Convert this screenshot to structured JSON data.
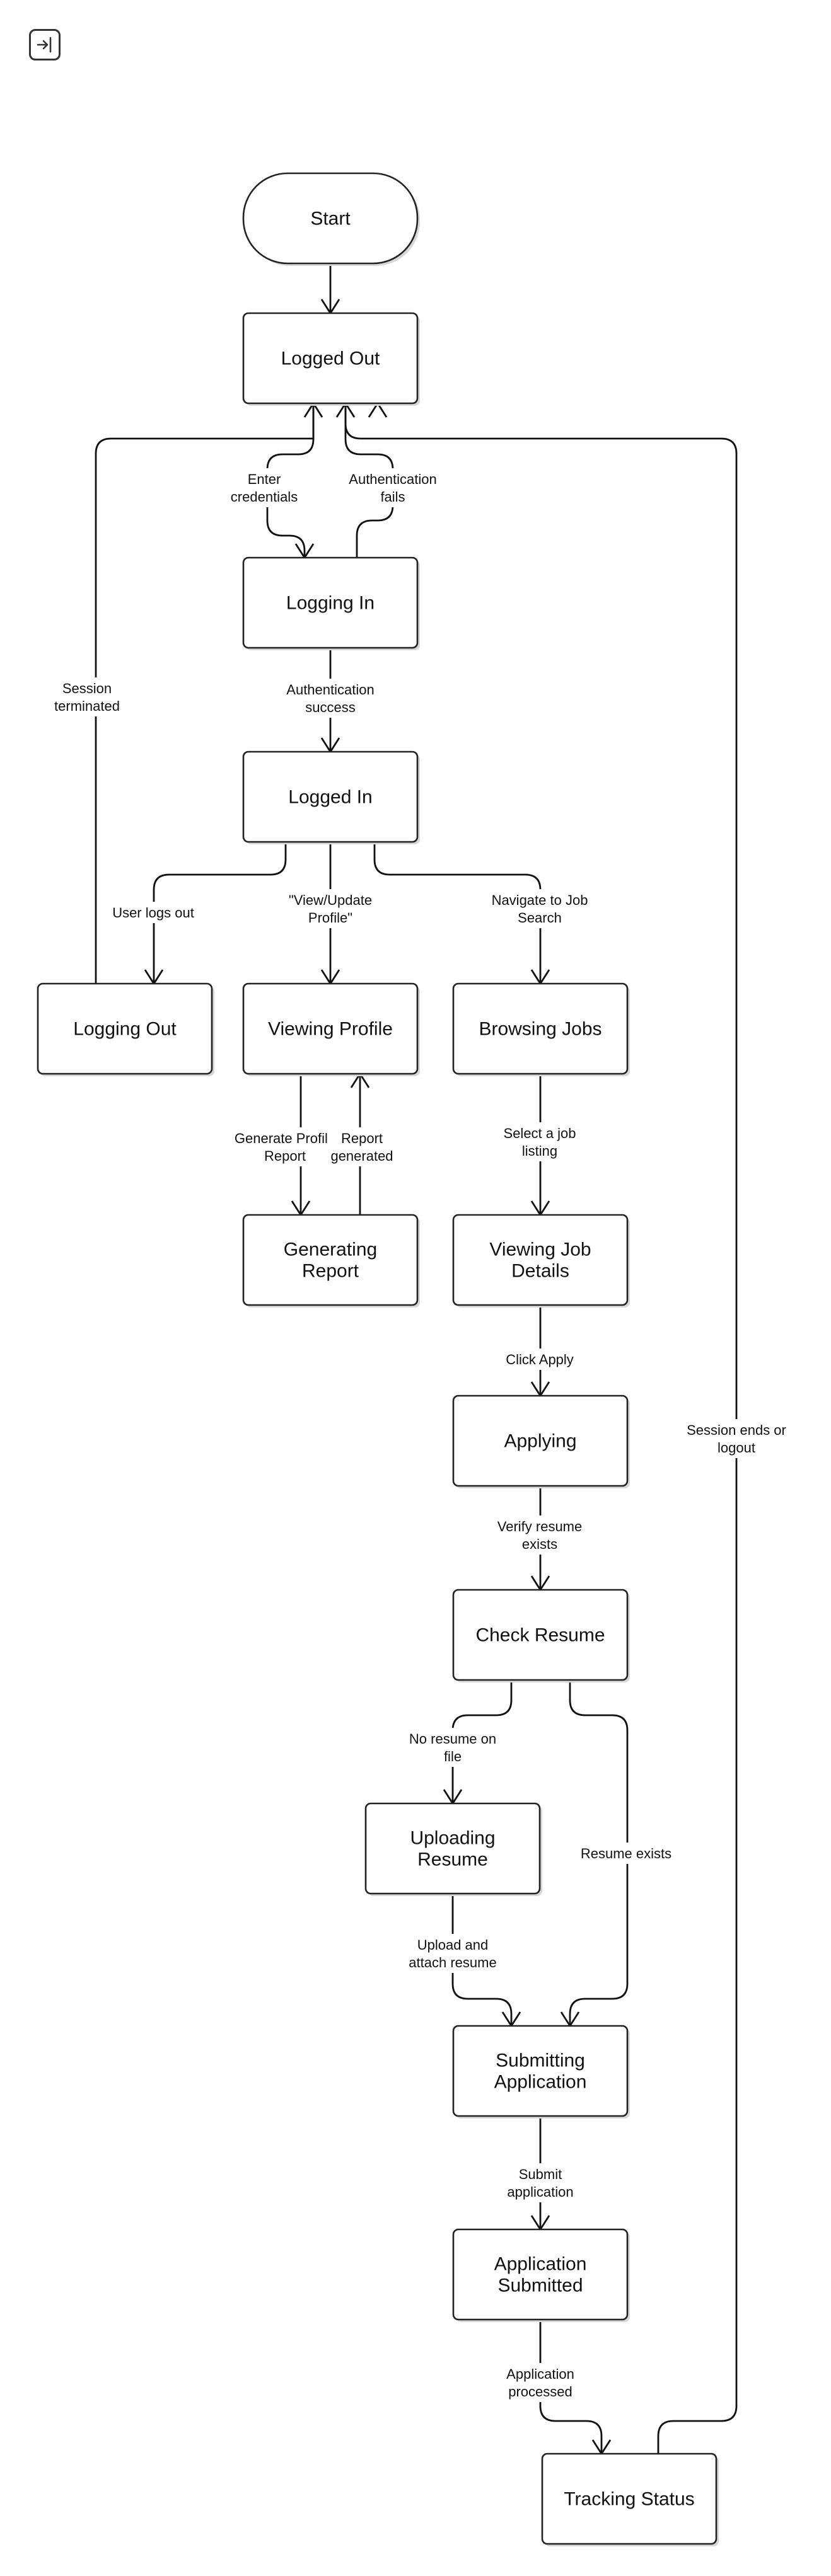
{
  "toolbar": {
    "enter_icon": "sign-in-icon"
  },
  "nodes": {
    "start": "Start",
    "logged_out": "Logged Out",
    "logging_in": "Logging In",
    "logged_in": "Logged In",
    "logging_out": "Logging Out",
    "viewing_profile": "Viewing Profile",
    "browsing_jobs": "Browsing Jobs",
    "generating_report": [
      "Generating",
      "Report"
    ],
    "viewing_job_details": [
      "Viewing Job",
      "Details"
    ],
    "applying": "Applying",
    "check_resume": "Check Resume",
    "uploading_resume": [
      "Uploading",
      "Resume"
    ],
    "submitting_application": [
      "Submitting",
      "Application"
    ],
    "application_submitted": [
      "Application",
      "Submitted"
    ],
    "tracking_status": "Tracking Status"
  },
  "edges": {
    "enter_credentials": [
      "Enter",
      "credentials"
    ],
    "authentication_fails": [
      "Authentication",
      "fails"
    ],
    "authentication_success": [
      "Authentication",
      "success"
    ],
    "session_terminated": [
      "Session",
      "terminated"
    ],
    "user_logs_out": "User logs out",
    "view_update_profile": [
      "\"View/Update",
      "Profile\""
    ],
    "navigate_to_job_search": [
      "Navigate to Job",
      "Search"
    ],
    "generate_profile_report": [
      "Generate Profile",
      "Report"
    ],
    "report_generated": [
      "Report",
      "generated"
    ],
    "select_a_job_listing": [
      "Select a job",
      "listing"
    ],
    "click_apply": "Click Apply",
    "verify_resume_exists": [
      "Verify resume",
      "exists"
    ],
    "no_resume_on_file": [
      "No resume on",
      "file"
    ],
    "resume_exists": "Resume exists",
    "upload_and_attach_resume": [
      "Upload and",
      "attach resume"
    ],
    "submit_application": [
      "Submit",
      "application"
    ],
    "application_processed": [
      "Application",
      "processed"
    ],
    "session_ends_or_logout": [
      "Session ends or",
      "logout"
    ]
  }
}
